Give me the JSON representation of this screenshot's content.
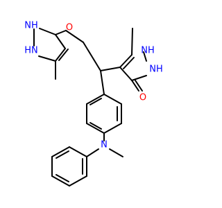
{
  "molecule": {
    "atoms": [
      {
        "id": "nh-top-left",
        "text": "NH",
        "hydrogen": "H",
        "element": "N",
        "color": "#0000ff"
      },
      {
        "id": "hn-left",
        "text": "HN",
        "element": "N",
        "color": "#0000ff"
      },
      {
        "id": "o-top-left",
        "text": "O",
        "element": "O",
        "color": "#ff0000"
      },
      {
        "id": "nh-right-upper",
        "text": "NH",
        "element": "N",
        "color": "#0000ff"
      },
      {
        "id": "nh-right-lower",
        "text": "NH",
        "element": "N",
        "color": "#0000ff"
      },
      {
        "id": "o-right",
        "text": "O",
        "element": "O",
        "color": "#ff0000"
      },
      {
        "id": "n-amine",
        "text": "N",
        "element": "N",
        "color": "#0000ff"
      }
    ],
    "colors": {
      "bond": "#000000",
      "nitrogen": "#0000ff",
      "oxygen": "#ff0000"
    }
  }
}
